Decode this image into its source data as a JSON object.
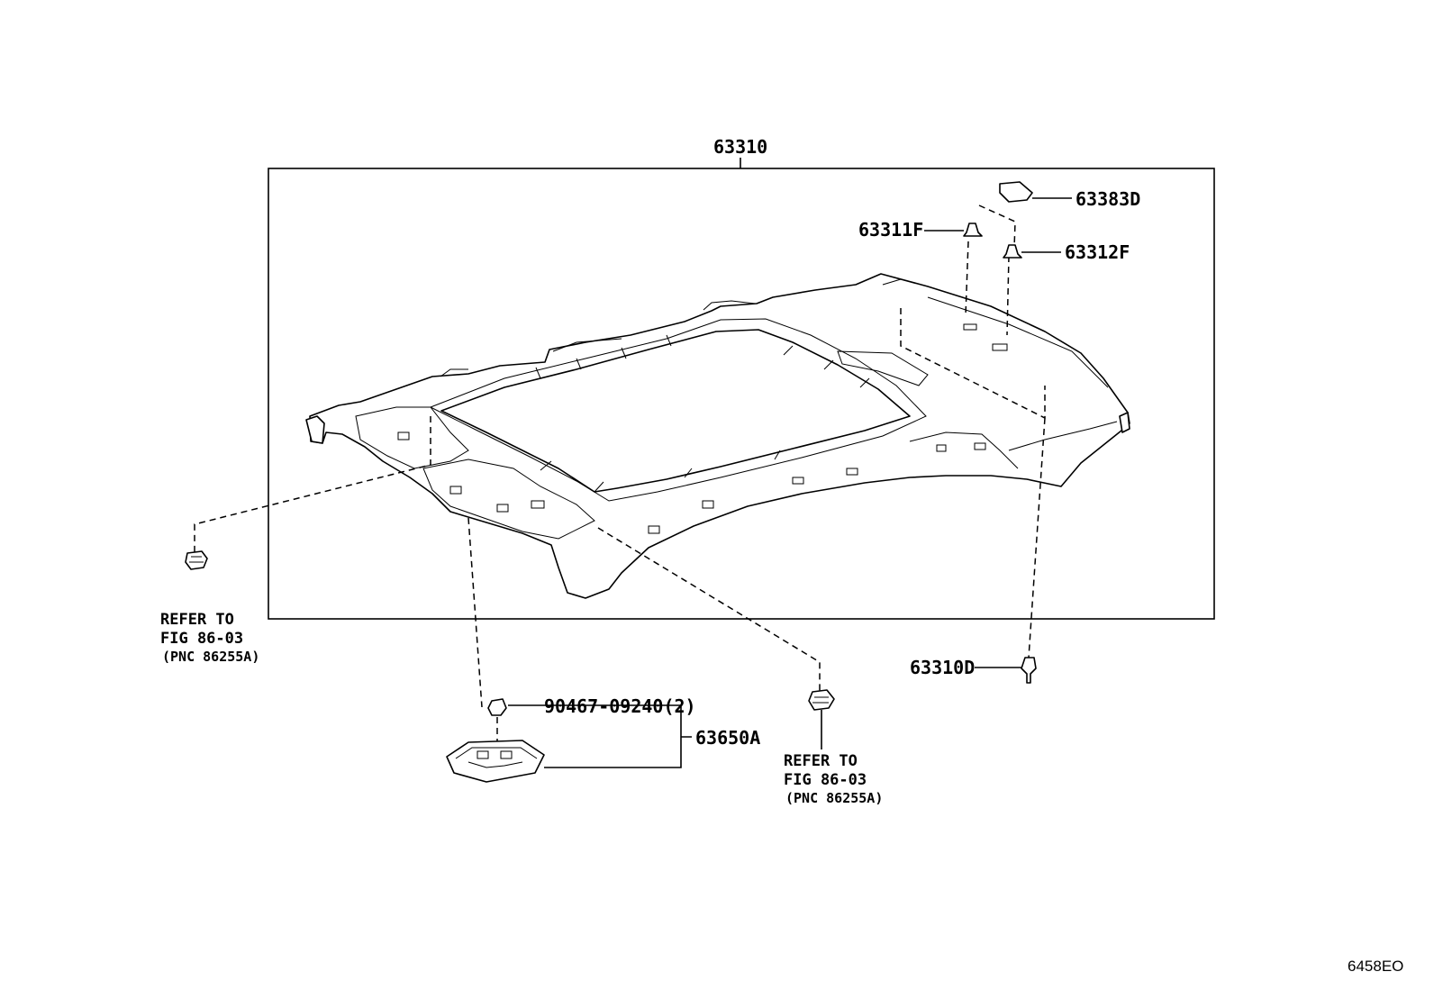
{
  "callouts": {
    "headliner": "63310",
    "clip_63383d": "63383D",
    "clip_63311f": "63311F",
    "clip_63312f": "63312F",
    "clip_63310d": "63310D",
    "screw": "90467-09240(2)",
    "lamp_assy": "63650A"
  },
  "refs": {
    "left": {
      "line1": "REFER TO",
      "line2": "FIG 86-03",
      "line3": "(PNC 86255A)"
    },
    "center": {
      "line1": "REFER TO",
      "line2": "FIG 86-03",
      "line3": "(PNC 86255A)"
    }
  },
  "figure_code": "6458EO"
}
